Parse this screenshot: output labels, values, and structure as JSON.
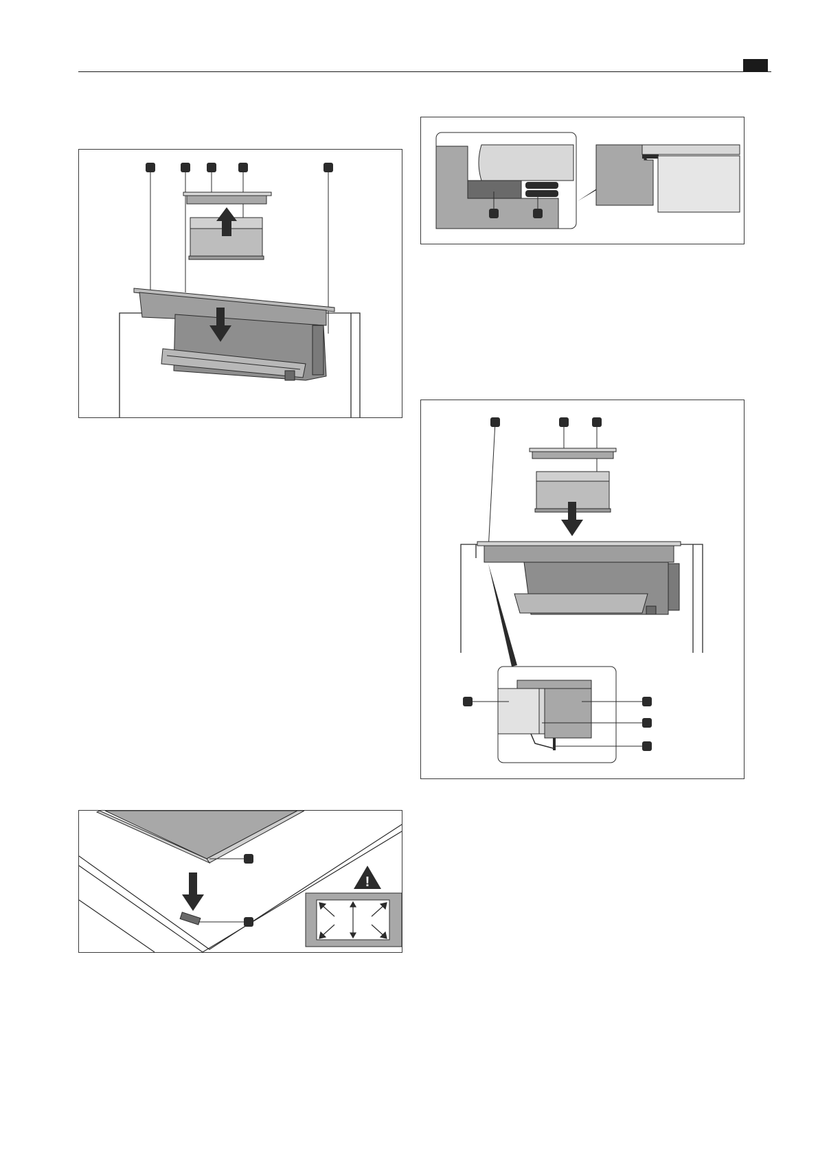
{
  "page": {
    "header_tab_color": "#1a1a1a"
  },
  "figures": [
    {
      "id": "fig1",
      "callout_count": 5,
      "arrows": [
        "up-arrow",
        "down-arrow"
      ]
    },
    {
      "id": "fig2",
      "callout_count": 2
    },
    {
      "id": "fig3",
      "callout_count": 7,
      "arrows": [
        "down-arrow"
      ]
    },
    {
      "id": "fig4",
      "callout_count": 2,
      "arrows": [
        "down-arrow"
      ],
      "warning": "warning-triangle-icon"
    }
  ],
  "warning_symbol": "!",
  "colors": {
    "steel_light": "#d8d8d8",
    "steel_mid": "#a8a8a8",
    "steel_dark": "#6a6a6a",
    "callout": "#2b2b2b"
  }
}
